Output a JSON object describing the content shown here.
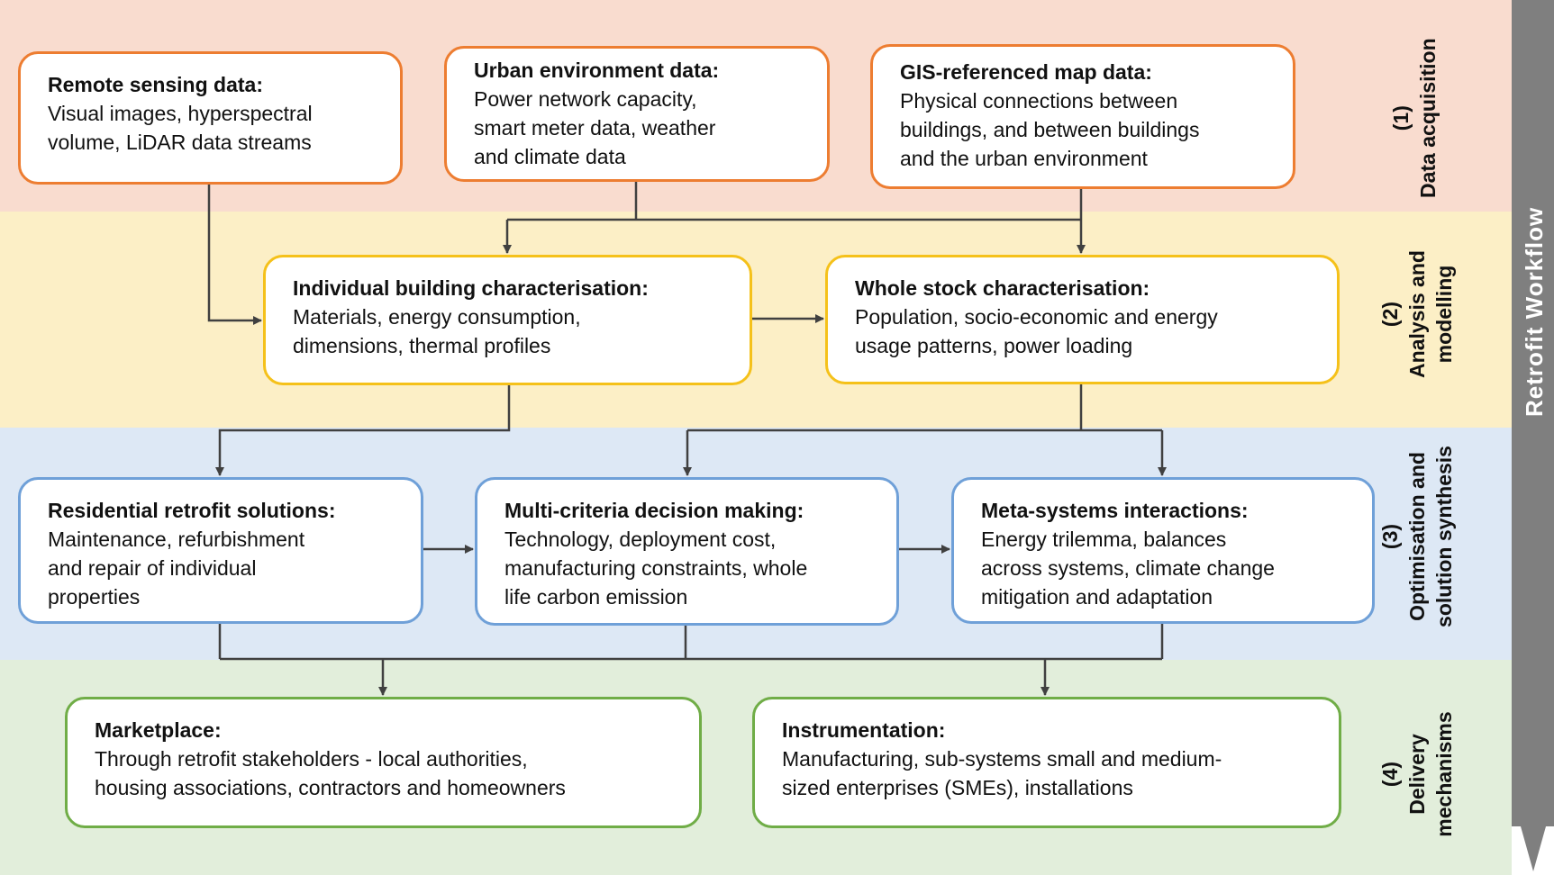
{
  "stages": [
    {
      "number": "(1)",
      "label": "Data acquisition"
    },
    {
      "number": "(2)",
      "label": "Analysis and modelling"
    },
    {
      "number": "(3)",
      "label": "Optimisation and solution synthesis"
    },
    {
      "number": "(4)",
      "label": "Delivery mechanisms"
    }
  ],
  "workflow_label": "Retrofit Workflow",
  "boxes": {
    "remote_sensing": {
      "title": "Remote sensing data:",
      "body": "Visual images, hyperspectral\nvolume, LiDAR data streams"
    },
    "urban_environment": {
      "title": "Urban environment data:",
      "body": "Power network capacity,\nsmart meter data, weather\nand climate data"
    },
    "gis_map": {
      "title": "GIS-referenced map data:",
      "body": "Physical connections between\nbuildings, and between buildings\nand the urban environment"
    },
    "individual_building": {
      "title": "Individual building characterisation:",
      "body": "Materials, energy consumption,\ndimensions, thermal profiles"
    },
    "whole_stock": {
      "title": "Whole stock characterisation:",
      "body": "Population, socio-economic and energy\nusage patterns, power loading"
    },
    "residential_retrofit": {
      "title": "Residential retrofit solutions:",
      "body": "Maintenance, refurbishment\nand repair of individual\nproperties"
    },
    "multi_criteria": {
      "title": "Multi-criteria decision making:",
      "body": "Technology, deployment cost,\nmanufacturing constraints, whole\nlife carbon emission"
    },
    "meta_systems": {
      "title": "Meta-systems interactions:",
      "body": "Energy trilemma, balances\nacross systems, climate change\nmitigation and adaptation"
    },
    "marketplace": {
      "title": "Marketplace:",
      "body": "Through retrofit stakeholders - local authorities,\nhousing associations, contractors and homeowners"
    },
    "instrumentation": {
      "title": "Instrumentation:",
      "body": "Manufacturing, sub-systems small and medium-\nsized enterprises (SMEs), installations"
    }
  },
  "colors": {
    "band_acquisition": "#f9dccf",
    "band_analysis": "#fcefc6",
    "band_optimisation": "#dde8f5",
    "band_delivery": "#e2eedb",
    "border_orange": "#ed7d31",
    "border_yellow": "#f5c11a",
    "border_blue": "#6fa0d8",
    "border_green": "#70ad47",
    "workflow_arrow": "#7f7f7f",
    "connector": "#404040"
  }
}
